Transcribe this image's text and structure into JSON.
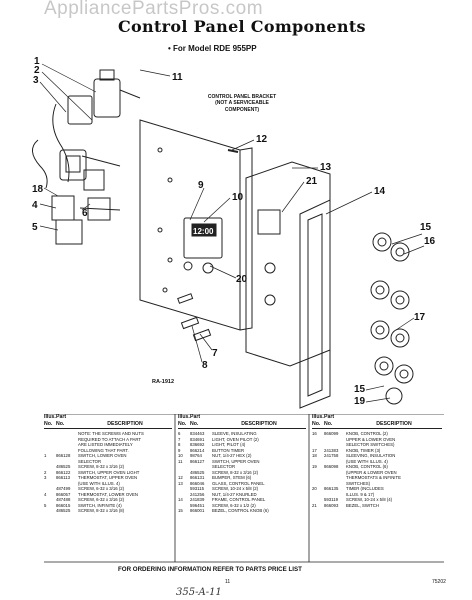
{
  "watermark": "AppliancePartsPros.com",
  "header": {
    "title": "Control Panel Components",
    "model_line": "• For Model RDE 955PP"
  },
  "diagram": {
    "bracket_note": "CONTROL PANEL BRACKET\n(NOT A SERVICEABLE\nCOMPONENT)",
    "id": "RA-1912",
    "callouts": [
      "1",
      "2",
      "3",
      "11",
      "12",
      "13",
      "21",
      "14",
      "15",
      "16",
      "17",
      "18",
      "4",
      "6",
      "5",
      "10",
      "9",
      "20",
      "7",
      "8",
      "15",
      "19"
    ],
    "display_readout": "12:00"
  },
  "parts_table": {
    "headers": {
      "illus": "Illus.",
      "no": "No.",
      "part": "Part",
      "part_no": "No.",
      "description": "DESCRIPTION"
    },
    "columns": [
      {
        "rows": [
          {
            "illus": "",
            "part": "",
            "desc": "NOTE: THE SCREWS AND NUTS"
          },
          {
            "illus": "",
            "part": "",
            "desc": "REQUIRED TO ATTACH A PART"
          },
          {
            "illus": "",
            "part": "",
            "desc": "ARE LISTED IMMEDIATELY"
          },
          {
            "illus": "",
            "part": "",
            "desc": "FOLLOWING THAT PART."
          },
          {
            "illus": "",
            "part": "",
            "desc": ""
          },
          {
            "illus": "1",
            "part": "866128",
            "desc": "SWITCH, LOWER OVEN"
          },
          {
            "illus": "",
            "part": "",
            "desc": "SELECTOR"
          },
          {
            "illus": "",
            "part": "486525",
            "desc": "SCREW, 8-32 x 3/16 (2)"
          },
          {
            "illus": "2",
            "part": "866122",
            "desc": "SWITCH, UPPER OVEN LIGHT"
          },
          {
            "illus": "3",
            "part": "866113",
            "desc": "THERMOSTAT, UPPER OVEN"
          },
          {
            "illus": "",
            "part": "",
            "desc": "(USE WITH ILLUS. 4)"
          },
          {
            "illus": "",
            "part": "487499",
            "desc": "SCREW, 6-32 x 3/16 (2)"
          },
          {
            "illus": "4",
            "part": "866057",
            "desc": "THERMOSTAT, LOWER OVEN"
          },
          {
            "illus": "",
            "part": "487488",
            "desc": "SCREW, 6-32 x 3/16 (2)"
          },
          {
            "illus": "5",
            "part": "866015",
            "desc": "SWITCH, INFINITE (4)"
          },
          {
            "illus": "",
            "part": "486525",
            "desc": "SCREW, 8-32 x 3/16 (8)"
          }
        ]
      },
      {
        "rows": [
          {
            "illus": "6",
            "part": "834463",
            "desc": "SLEEVE, INSULATING"
          },
          {
            "illus": "7",
            "part": "834691",
            "desc": "LIGHT, OVEN PILOT (2)"
          },
          {
            "illus": "8",
            "part": "836692",
            "desc": "LIGHT, PILOT (4)"
          },
          {
            "illus": "9",
            "part": "866214",
            "desc": "BUTTON TIMER"
          },
          {
            "illus": "10",
            "part": "98764",
            "desc": "NUT, 1/4-27 HEX (2)"
          },
          {
            "illus": "11",
            "part": "866127",
            "desc": "SWITCH, UPPER OVEN"
          },
          {
            "illus": "",
            "part": "",
            "desc": "SELECTOR"
          },
          {
            "illus": "",
            "part": "486525",
            "desc": "SCREW, 8-32 x 3/16 (2)"
          },
          {
            "illus": "12",
            "part": "866131",
            "desc": "BUMPER, STEM (6)"
          },
          {
            "illus": "13",
            "part": "866046",
            "desc": "GLASS, CONTROL PANEL"
          },
          {
            "illus": "",
            "part": "593115",
            "desc": "SCREW, 10-24 x 5/8 (2)"
          },
          {
            "illus": "",
            "part": "241256",
            "desc": "NUT, 1/4-27 KNURLED"
          },
          {
            "illus": "14",
            "part": "241839",
            "desc": "FRAME, CONTROL PANEL"
          },
          {
            "illus": "",
            "part": "596451",
            "desc": "SCREW, 6-32 x 1/2 (2)"
          },
          {
            "illus": "15",
            "part": "866001",
            "desc": "BEZEL, CONTROL KNOB (6)"
          }
        ]
      },
      {
        "rows": [
          {
            "illus": "16",
            "part": "866099",
            "desc": "KNOB, CONTROL (2)"
          },
          {
            "illus": "",
            "part": "",
            "desc": "UPPER & LOWER OVEN"
          },
          {
            "illus": "",
            "part": "",
            "desc": "SELECTOR SWITCHES)"
          },
          {
            "illus": "17",
            "part": "241383",
            "desc": "KNOB, TIMER (3)"
          },
          {
            "illus": "18",
            "part": "241758",
            "desc": "SLEEVING, INSULATION"
          },
          {
            "illus": "",
            "part": "",
            "desc": "(USE WITH ILLUS. 4)"
          },
          {
            "illus": "19",
            "part": "866098",
            "desc": "KNOB, CONTROL (6)"
          },
          {
            "illus": "",
            "part": "",
            "desc": "(UPPER & LOWER OVEN"
          },
          {
            "illus": "",
            "part": "",
            "desc": "THERMOSTATS & INFINITE"
          },
          {
            "illus": "",
            "part": "",
            "desc": "SWITCHES)"
          },
          {
            "illus": "20",
            "part": "866135",
            "desc": "TIMER (INCLUDES"
          },
          {
            "illus": "",
            "part": "",
            "desc": "ILLUS. 9 & 17)"
          },
          {
            "illus": "",
            "part": "593119",
            "desc": "SCREW, 10-24 x 5/8 (4)"
          },
          {
            "illus": "21",
            "part": "866093",
            "desc": "BEZEL, SWITCH"
          }
        ]
      }
    ]
  },
  "footer": {
    "ordering_note": "FOR ORDERING INFORMATION REFER TO PARTS PRICE LIST",
    "page_number": "11",
    "doc_code": "75202",
    "handwritten_note": "355-A-11"
  }
}
